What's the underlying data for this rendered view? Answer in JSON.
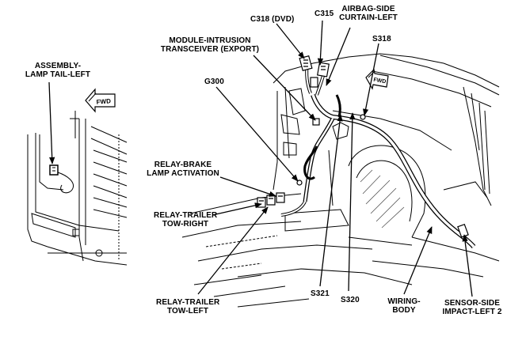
{
  "labels": {
    "assembly_lamp_tail_left": [
      "ASSEMBLY-",
      "LAMP TAIL-LEFT"
    ],
    "c318_dvd": "C318 (DVD)",
    "c315": "C315",
    "airbag_side_curtain_left": [
      "AIRBAG-SIDE",
      "CURTAIN-LEFT"
    ],
    "module_intrusion_transceiver": [
      "MODULE-INTRUSION",
      "TRANSCEIVER (EXPORT)"
    ],
    "s318": "S318",
    "g300": "G300",
    "relay_brake_lamp_activation": [
      "RELAY-BRAKE",
      "LAMP ACTIVATION"
    ],
    "relay_trailer_tow_right": [
      "RELAY-TRAILER",
      "TOW-RIGHT"
    ],
    "relay_trailer_tow_left": [
      "RELAY-TRAILER",
      "TOW-LEFT"
    ],
    "s321": "S321",
    "s320": "S320",
    "wiring_body": [
      "WIRING-",
      "BODY"
    ],
    "sensor_side_impact_left_2": [
      "SENSOR-SIDE",
      "IMPACT-LEFT 2"
    ]
  },
  "arrows": {
    "front_arrow_inset": "FWD",
    "front_arrow_main": "FWD"
  },
  "colors": {
    "ink": "#000000",
    "background": "#ffffff",
    "hatch": "#555555"
  }
}
